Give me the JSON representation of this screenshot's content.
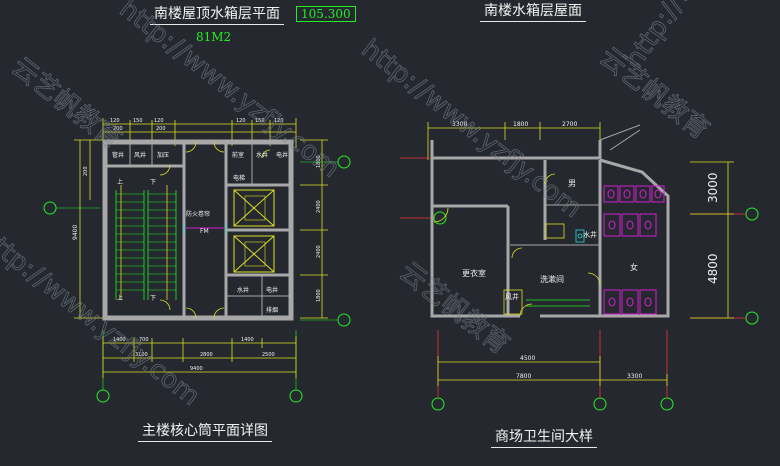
{
  "titles": {
    "left_top": "南楼屋顶水箱层平面",
    "elevation": "105.300",
    "area": "81M2",
    "right_top": "南楼水箱层屋面",
    "left_bottom": "主楼核心筒平面详图",
    "right_bottom": "商场卫生间大样"
  },
  "left_plan": {
    "rooms": [
      "管井",
      "风井",
      "加压",
      "电梯",
      "前室",
      "水井",
      "电井",
      "排烟"
    ],
    "labels": {
      "up": "上",
      "down": "下",
      "fire_lift": "防火卷帘",
      "front": "前室",
      "fm": "FM"
    },
    "dims_top": [
      "120",
      "150",
      "120",
      "200",
      "200",
      "120",
      "150",
      "120"
    ],
    "dims_bottom_a": [
      "1400",
      "700",
      "1400"
    ],
    "dims_bottom_b": [
      "3100",
      "2800",
      "2500"
    ],
    "dim_total": "9400",
    "dim_left": "9400",
    "dims_right": [
      "1800",
      "2400",
      "2400",
      "1800"
    ]
  },
  "right_plan": {
    "dims_top": [
      "3300",
      "1800",
      "2700"
    ],
    "dims_bottom": [
      "4500"
    ],
    "dims_bottom2": [
      "7800",
      "3300"
    ],
    "dims_right": [
      "3000",
      "4800"
    ],
    "rooms": {
      "male": "男",
      "female": "女",
      "locker": "更衣室",
      "wash": "洗漱间",
      "water_well": "水井",
      "wind_well": "风井"
    }
  },
  "watermarks": [
    "http://www.yzfjy.com",
    "云艺帆教育"
  ],
  "colors": {
    "bg": "#25292f",
    "wall": "#b8b8b8",
    "green": "#22dd22",
    "yellow": "#dede22",
    "magenta": "#d020d0",
    "red": "#ee3333",
    "cyan": "#22dddd"
  }
}
